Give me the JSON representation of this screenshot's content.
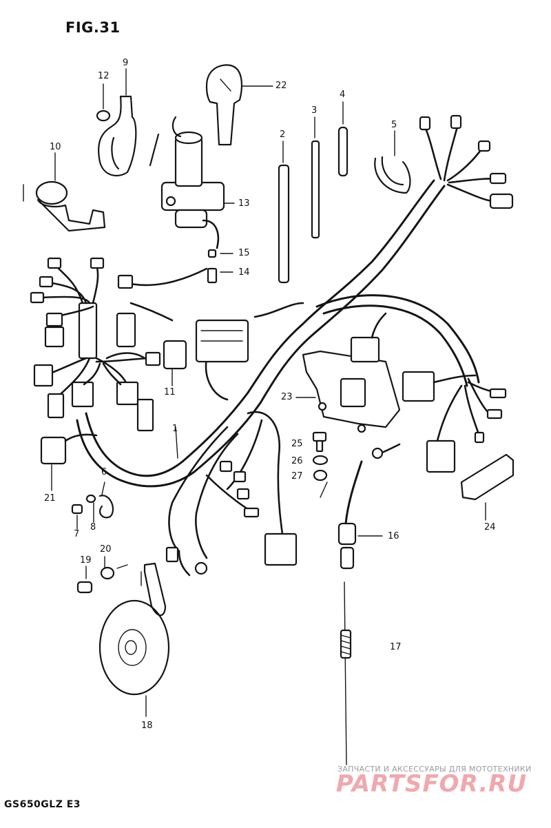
{
  "figure": {
    "title": "FIG.31",
    "model": "GS650GLZ E3"
  },
  "callouts": [
    {
      "id": "1",
      "label": "1"
    },
    {
      "id": "2",
      "label": "2"
    },
    {
      "id": "3",
      "label": "3"
    },
    {
      "id": "4",
      "label": "4"
    },
    {
      "id": "5",
      "label": "5"
    },
    {
      "id": "6",
      "label": "6"
    },
    {
      "id": "7",
      "label": "7"
    },
    {
      "id": "8",
      "label": "8"
    },
    {
      "id": "9",
      "label": "9"
    },
    {
      "id": "10",
      "label": "10"
    },
    {
      "id": "11",
      "label": "11"
    },
    {
      "id": "12",
      "label": "12"
    },
    {
      "id": "13",
      "label": "13"
    },
    {
      "id": "14",
      "label": "14"
    },
    {
      "id": "15",
      "label": "15"
    },
    {
      "id": "16",
      "label": "16"
    },
    {
      "id": "17",
      "label": "17"
    },
    {
      "id": "18",
      "label": "18"
    },
    {
      "id": "19",
      "label": "19"
    },
    {
      "id": "20",
      "label": "20"
    },
    {
      "id": "21",
      "label": "21"
    },
    {
      "id": "22",
      "label": "22"
    },
    {
      "id": "23",
      "label": "23"
    },
    {
      "id": "24",
      "label": "24"
    },
    {
      "id": "25",
      "label": "25"
    },
    {
      "id": "26",
      "label": "26"
    },
    {
      "id": "27",
      "label": "27"
    }
  ],
  "watermark": {
    "tagline": "ЗАПЧАСТИ И АКСЕССУАРЫ ДЛЯ МОТОТЕХНИКИ",
    "logo": "PARTSFOR.RU",
    "color": "#f0a8ae"
  }
}
